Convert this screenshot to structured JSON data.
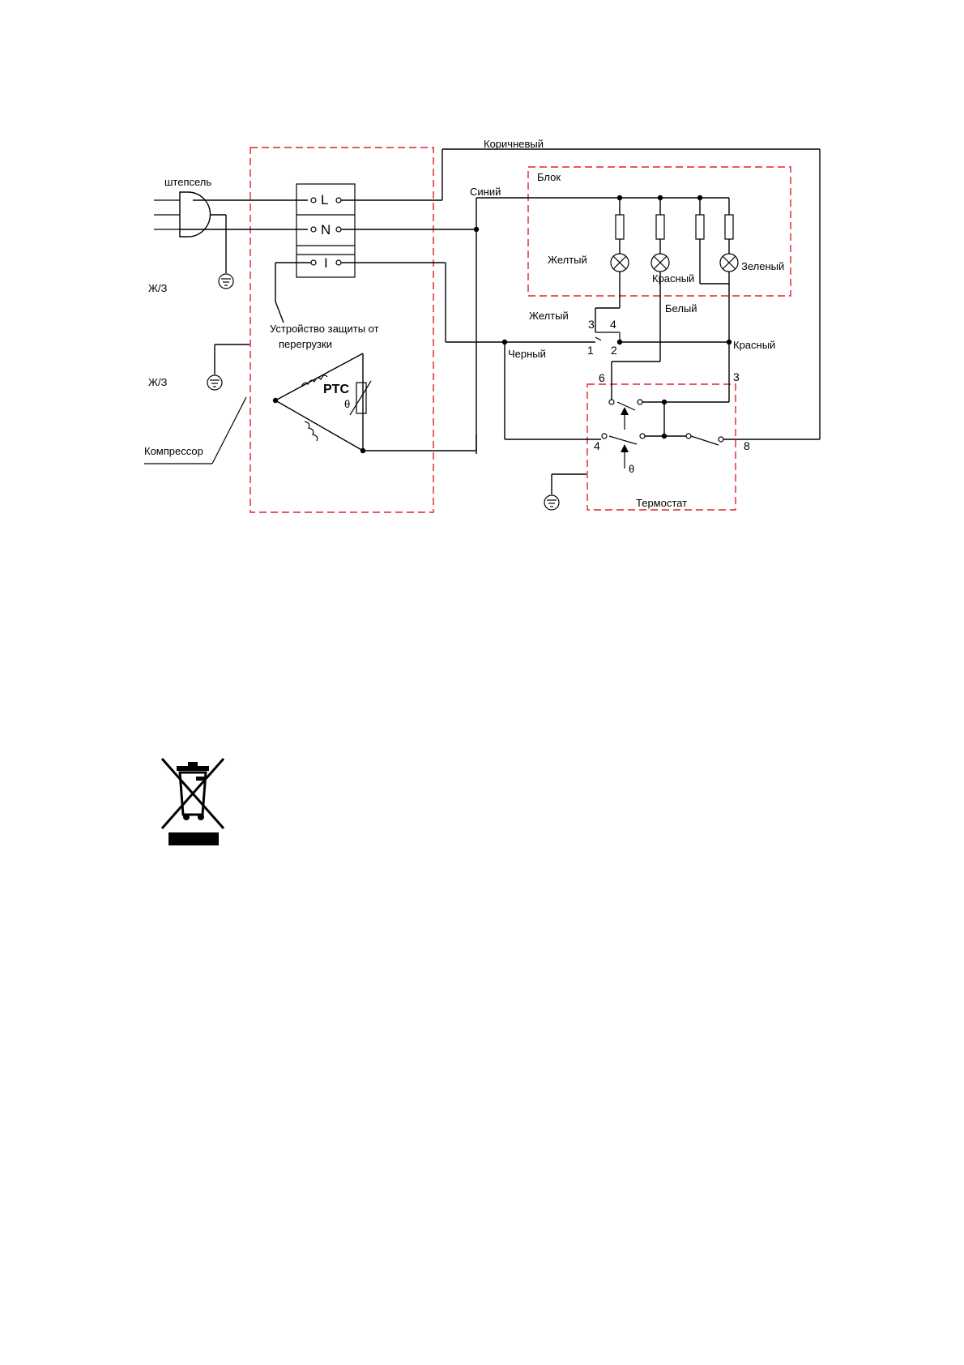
{
  "diagram": {
    "labels": {
      "plug": "штепсель",
      "yg1": "Ж/З",
      "yg2": "Ж/З",
      "compressor": "Компрессор",
      "overload": "Устройство защиты от",
      "overload2": "перегрузки",
      "ptc": "PTC",
      "theta": "θ",
      "theta2": "θ",
      "term_L": "L",
      "term_N": "N",
      "term_I": "I",
      "brown": "Коричневый",
      "blue": "Синий",
      "block": "Блок",
      "yellow_lamp": "Желтый",
      "red_lamp": "Красный",
      "green_lamp": "Зеленый",
      "white": "Белый",
      "yellow_wire": "Желтый",
      "black": "Черный",
      "red_wire": "Красный",
      "thermostat": "Термостат",
      "n3a": "3",
      "n4a": "4",
      "n1": "1",
      "n2": "2",
      "n6": "6",
      "n3b": "3",
      "n4b": "4",
      "n8": "8"
    }
  }
}
